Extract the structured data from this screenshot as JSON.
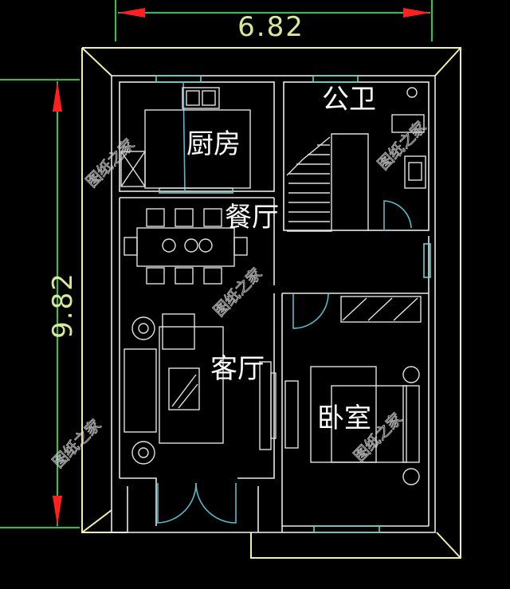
{
  "dimensions": {
    "width": "6.82",
    "height": "9.82"
  },
  "rooms": {
    "kitchen": "厨房",
    "bathroom": "公卫",
    "dining": "餐厅",
    "living": "客厅",
    "bedroom": "卧室"
  },
  "watermark": "图纸之家",
  "colors": {
    "background": "#000000",
    "dimension_line": "#2be04a",
    "dimension_text": "#d8e89a",
    "arrow": "#ff2020",
    "outer_wall": "#f2f0a8",
    "window": "#6fd0c8",
    "walls": "#e8e8e8"
  }
}
